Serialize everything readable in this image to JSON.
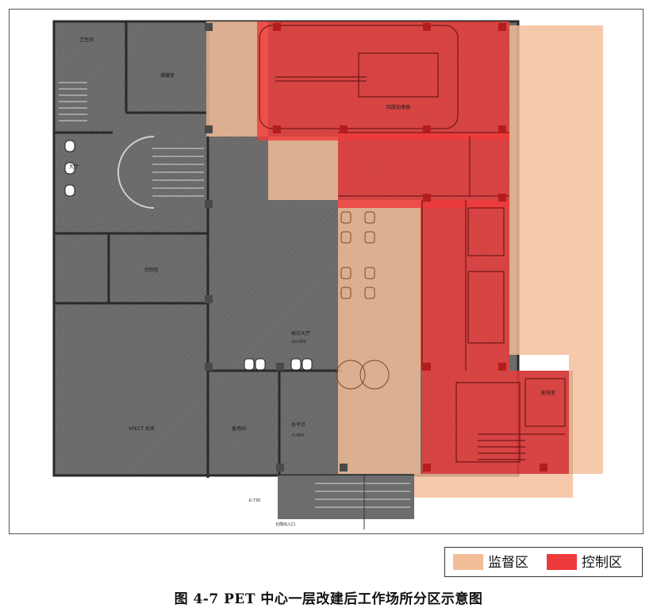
{
  "legend": {
    "supervised": {
      "label": "监督区",
      "color": "#f3bd97"
    },
    "controlled": {
      "label": "控制区",
      "color": "#ee3a3a"
    }
  },
  "caption": "图 4-7    PET 中心一层改建后工作场所分区示意图",
  "plan": {
    "building_color": "#6d6d6d",
    "rooms": [
      "卫生间",
      "储藏室",
      "大厅",
      "控制室",
      "回旋加速器",
      "备用间",
      "SPECT 机房",
      "配电室",
      "候诊大厅",
      "总平台"
    ],
    "elevation_main": "±0.000",
    "elevation_platform": "-0.950",
    "elevation_lower": "-0.730",
    "entrance": "北侧出入口"
  }
}
